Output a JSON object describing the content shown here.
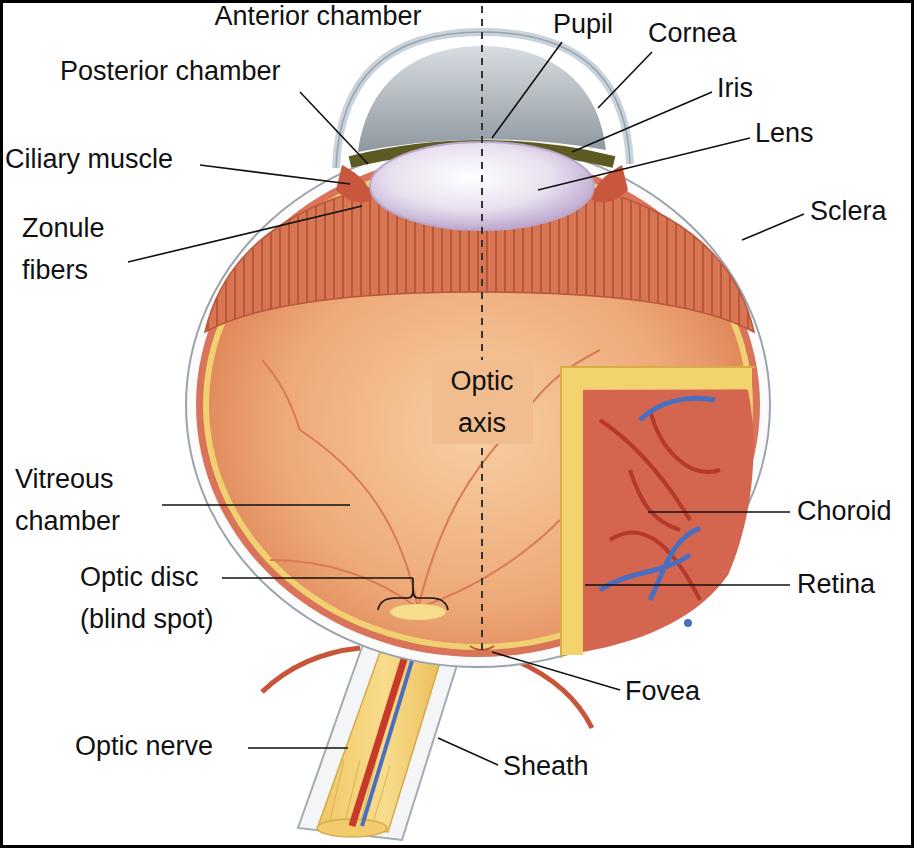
{
  "diagram": {
    "labels": [
      "Anterior chamber",
      "Pupil",
      "Cornea",
      "Posterior chamber",
      "Iris",
      "Lens",
      "Ciliary muscle",
      "Sclera",
      "Zonule fibers",
      "Optic axis",
      "Vitreous chamber",
      "Choroid",
      "Optic disc (blind spot)",
      "Retina",
      "Fovea",
      "Optic nerve",
      "Sheath"
    ]
  }
}
